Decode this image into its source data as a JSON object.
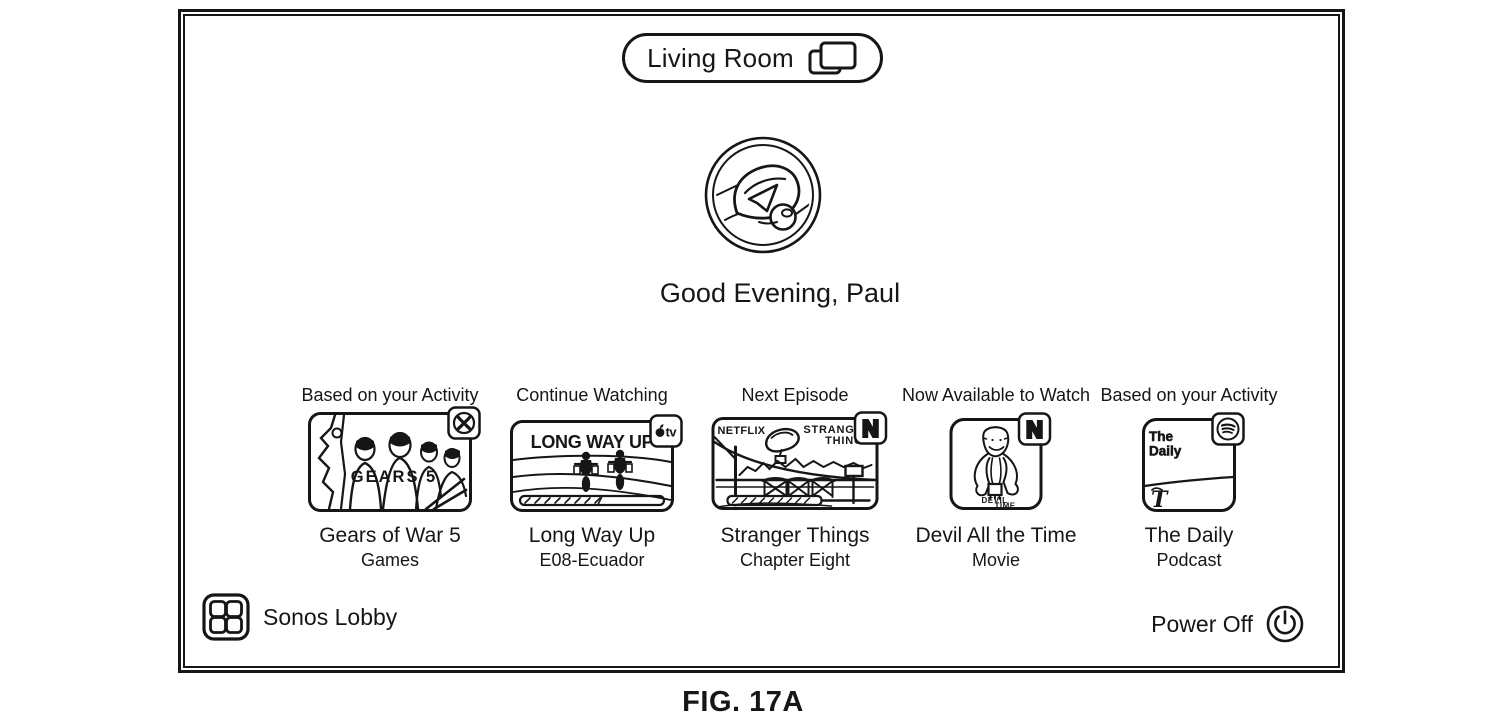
{
  "colors": {
    "ink": "#161616",
    "background": "#ffffff"
  },
  "room_selector": {
    "label": "Living Room",
    "icon": "displays-icon"
  },
  "avatar": {
    "icon": "helmet-avatar-icon"
  },
  "greeting": "Good Evening, Paul",
  "cards": [
    {
      "header": "Based on your Activity",
      "title": "Gears of War 5",
      "subtitle": "Games",
      "badge_icon": "xbox-badge-icon",
      "art_title": "GEARS 5"
    },
    {
      "header": "Continue Watching",
      "title": "Long Way Up",
      "subtitle": "E08-Ecuador",
      "badge_icon": "apple-tv-badge-icon",
      "badge_label": "tv",
      "art_title": "LONG WAY UP",
      "progress_fraction": 0.55
    },
    {
      "header": "Next Episode",
      "title": "Stranger Things",
      "subtitle": "Chapter Eight",
      "badge_icon": "netflix-badge-icon",
      "badge_label": "N",
      "art_brand": "NETFLIX",
      "art_title_line1": "STRANGER",
      "art_title_line2": "THINGS"
    },
    {
      "header": "Now Available to Watch",
      "title": "Devil All the Time",
      "subtitle": "Movie",
      "badge_icon": "netflix-badge-icon",
      "badge_label": "N",
      "art_title_line1": "DEVIL",
      "art_title_line2": "TIME"
    },
    {
      "header": "Based on your Activity",
      "title": "The Daily",
      "subtitle": "Podcast",
      "badge_icon": "spotify-badge-icon",
      "art_title_line1": "The",
      "art_title_line2": "Daily",
      "art_publisher_glyph": "T"
    }
  ],
  "footer": {
    "left_button": {
      "label": "Sonos Lobby",
      "icon": "app-grid-icon"
    },
    "right_button": {
      "label": "Power Off",
      "icon": "power-icon"
    }
  },
  "figure_caption": "FIG. 17A"
}
